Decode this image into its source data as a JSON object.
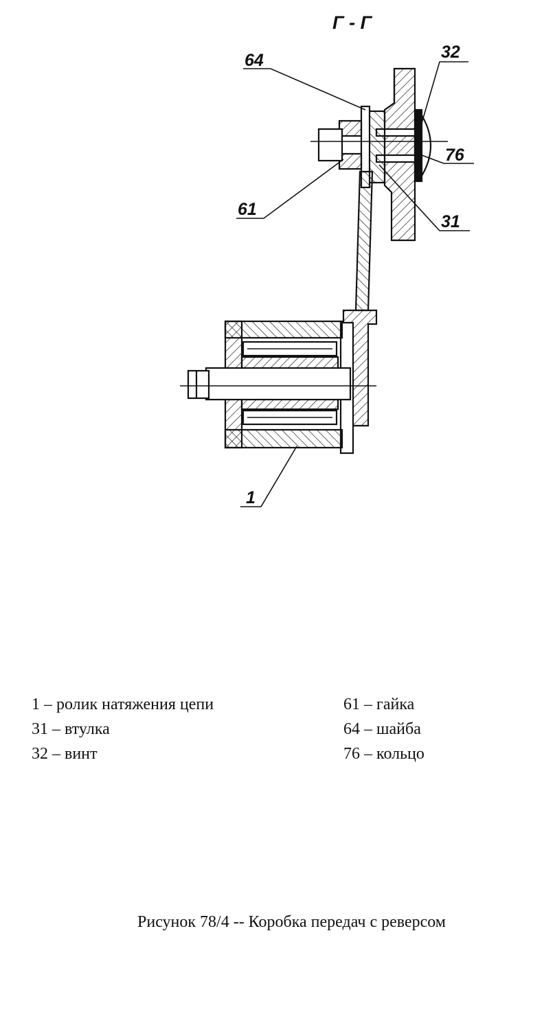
{
  "section_label": "Г - Г",
  "callouts": {
    "c64": "64",
    "c32": "32",
    "c76": "76",
    "c61": "61",
    "c31": "31",
    "c1": "1"
  },
  "legend": {
    "left": [
      "1 – ролик натяжения цепи",
      "31 – втулка",
      "32 – винт"
    ],
    "right": [
      "61 – гайка",
      "64 – шайба",
      "76 – кольцо"
    ]
  },
  "caption": "Рисунок 78/4 -- Коробка передач с реверсом"
}
